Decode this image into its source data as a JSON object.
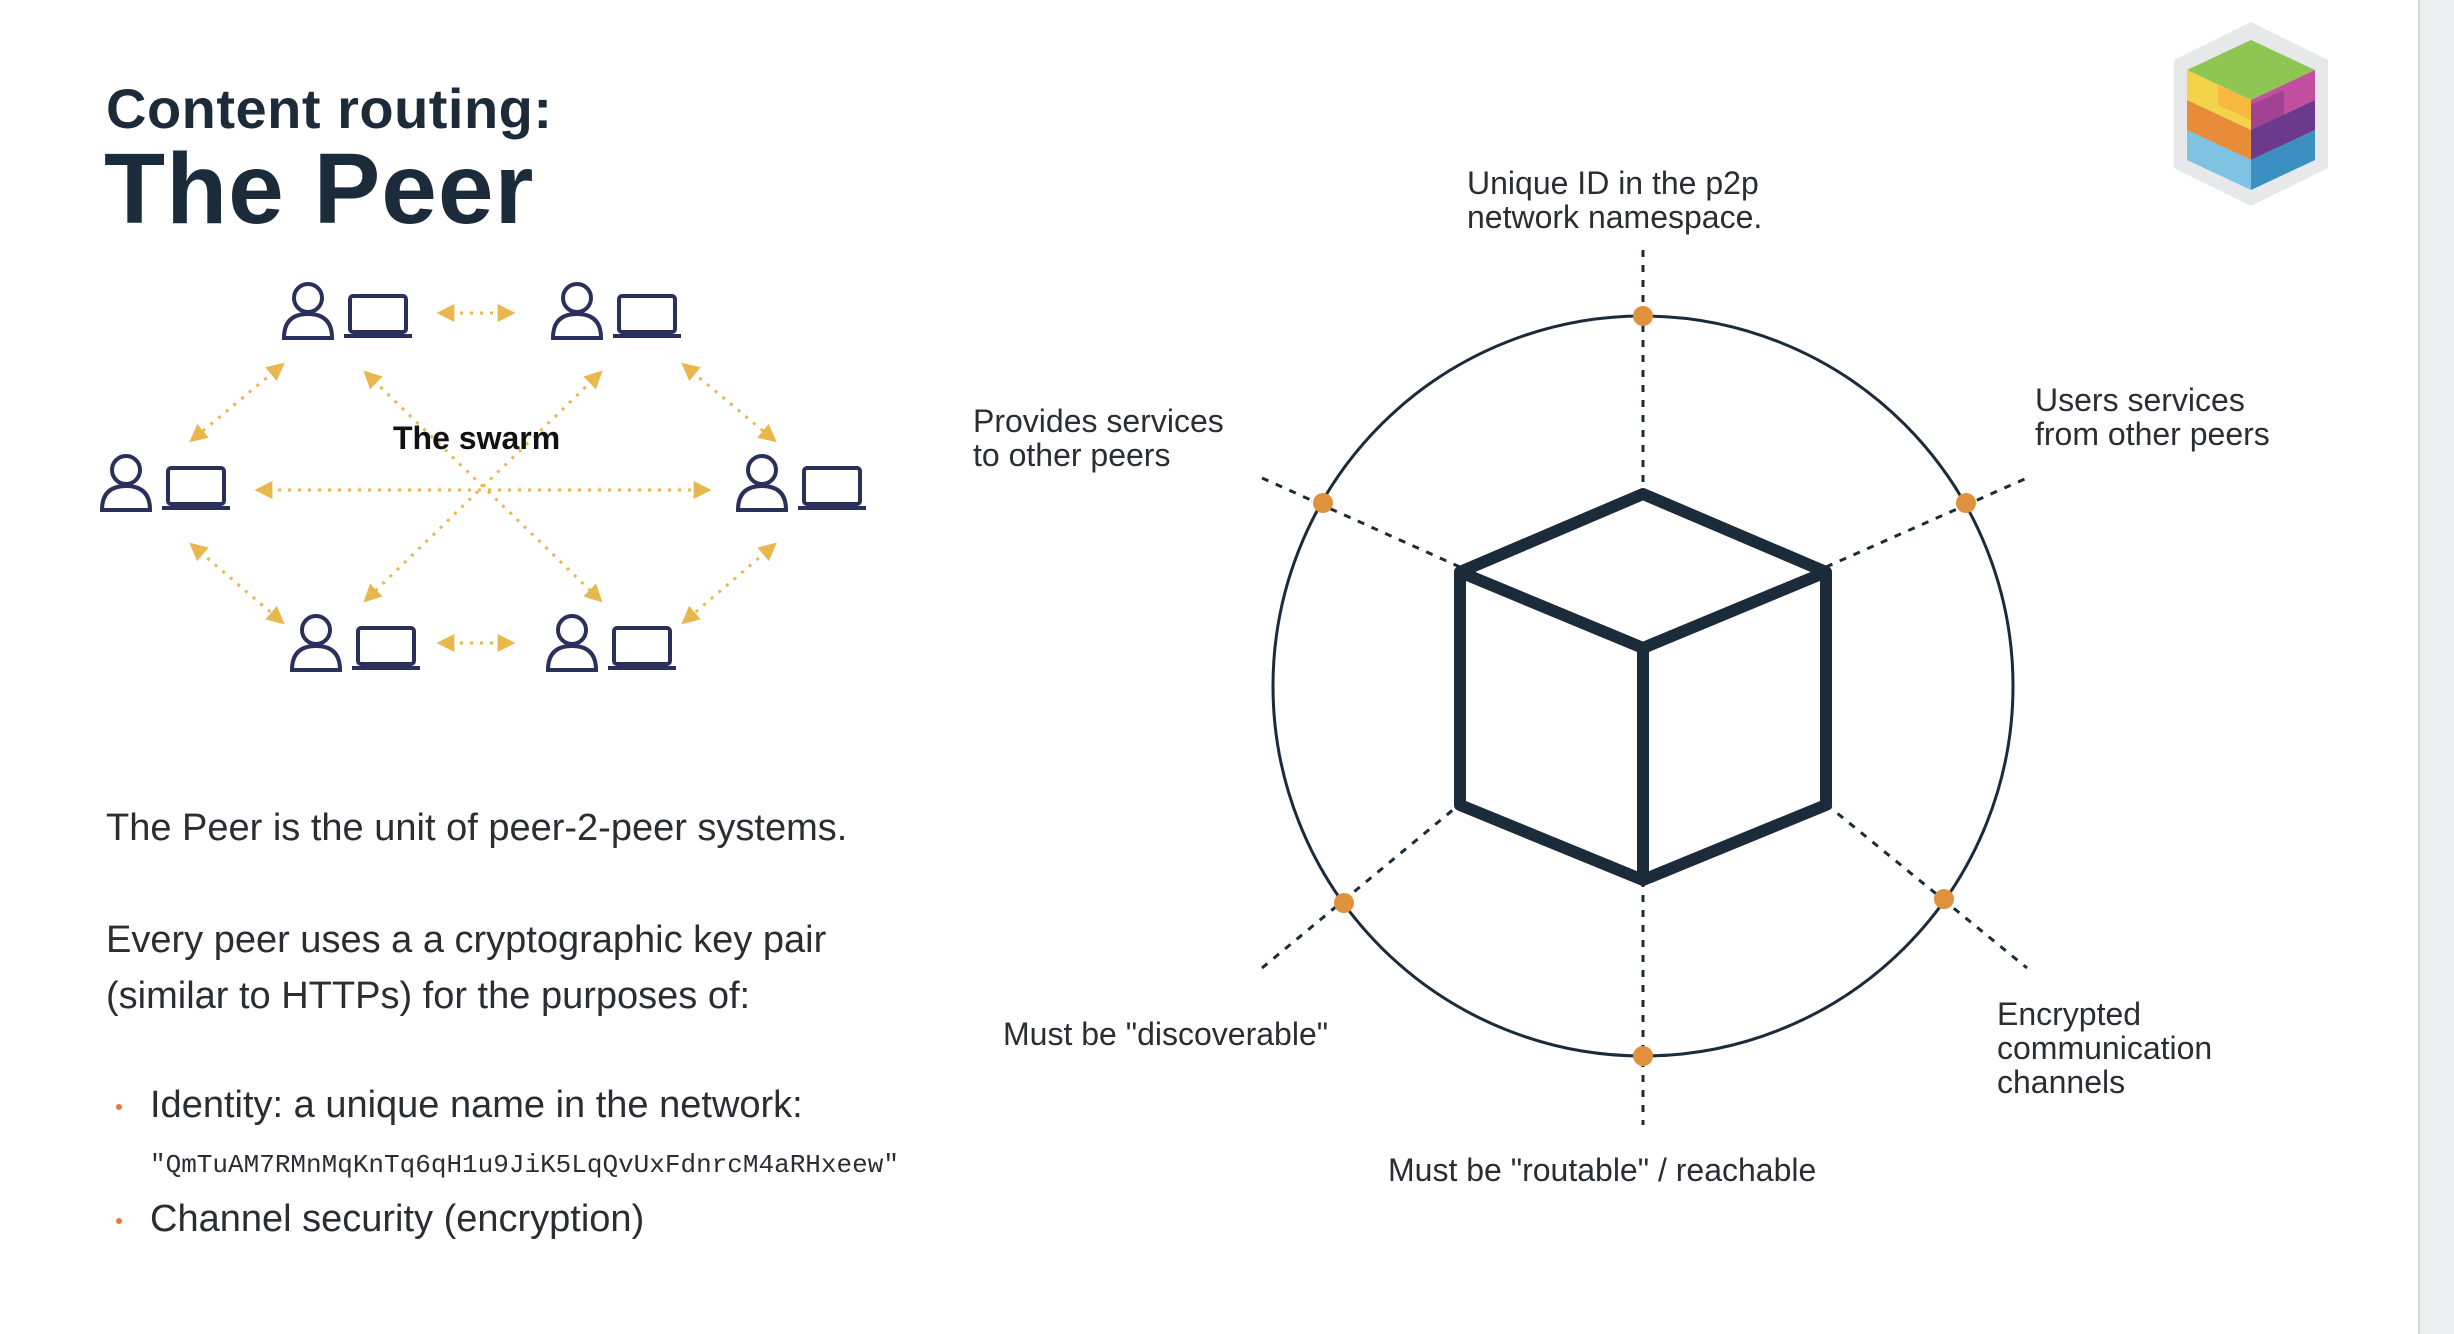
{
  "header": {
    "subtitle": "Content routing:",
    "title": "The Peer"
  },
  "swarm": {
    "label": "The swarm",
    "colors": {
      "peer": "#2a2f5b",
      "arrow": "#e8b84f"
    }
  },
  "body": {
    "intro": "The Peer is the unit of peer-2-peer systems.",
    "keypair_line1": "Every peer uses a a cryptographic key pair",
    "keypair_line2": "(similar to HTTPs) for the purposes of:",
    "bullets": [
      {
        "text": "Identity: a unique name in the network:"
      },
      {
        "text": "Channel security (encryption)"
      }
    ],
    "peer_id": "\"QmTuAM7RMnMqKnTq6qH1u9JiK5LqQvUxFdnrcM4aRHxeew\""
  },
  "peer_diagram": {
    "labels": {
      "top": "Unique ID in the p2p\nnetwork namespace.",
      "upper_left": "Provides services\nto other peers",
      "upper_right": "Users services\nfrom other peers",
      "lower_left": "Must be \"discoverable\"",
      "lower_right": "Encrypted\ncommunication\nchannels",
      "bottom": "Must be \"routable\" / reachable"
    },
    "colors": {
      "stroke": "#1c2b3a",
      "dot": "#e0913e"
    }
  },
  "logo": {
    "icon": "colored-cube-logo",
    "colors": [
      "#f2d34a",
      "#e98c3a",
      "#8fc653",
      "#c34fa0",
      "#6b3a8c",
      "#7fc3e3",
      "#3b8fc1",
      "#e7e8ea"
    ]
  }
}
